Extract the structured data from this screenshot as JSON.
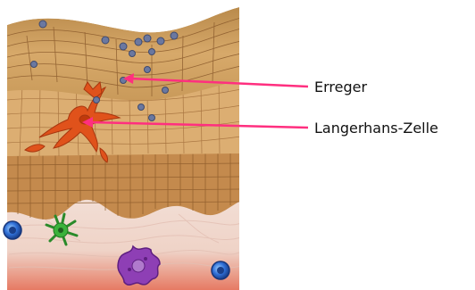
{
  "labels": {
    "pathogen": "Erreger",
    "langerhans_cell": "Langerhans-Zelle"
  },
  "colors": {
    "arrow": "#ff2f7f",
    "stratum_corneum": "#c99a55",
    "stratum_spinosum": "#d9a566",
    "stratum_basale": "#c88d4f",
    "dermis": "#efd9cf",
    "dermis_deep": "#e8846d",
    "pathogen": "#6b78a0",
    "langerhans_cell": "#e0521b",
    "dendritic_cell_green": "#3bb23b",
    "immune_cell_purple": "#8e3fb5",
    "blue_cell": "#2f6fd6"
  },
  "icons": {
    "pathogen": "pathogen-dot",
    "langerhans": "langerhans-cell-icon",
    "green_cell": "dendritic-cell-icon",
    "purple_cell": "macrophage-icon",
    "blue_cell": "lymphocyte-icon"
  }
}
